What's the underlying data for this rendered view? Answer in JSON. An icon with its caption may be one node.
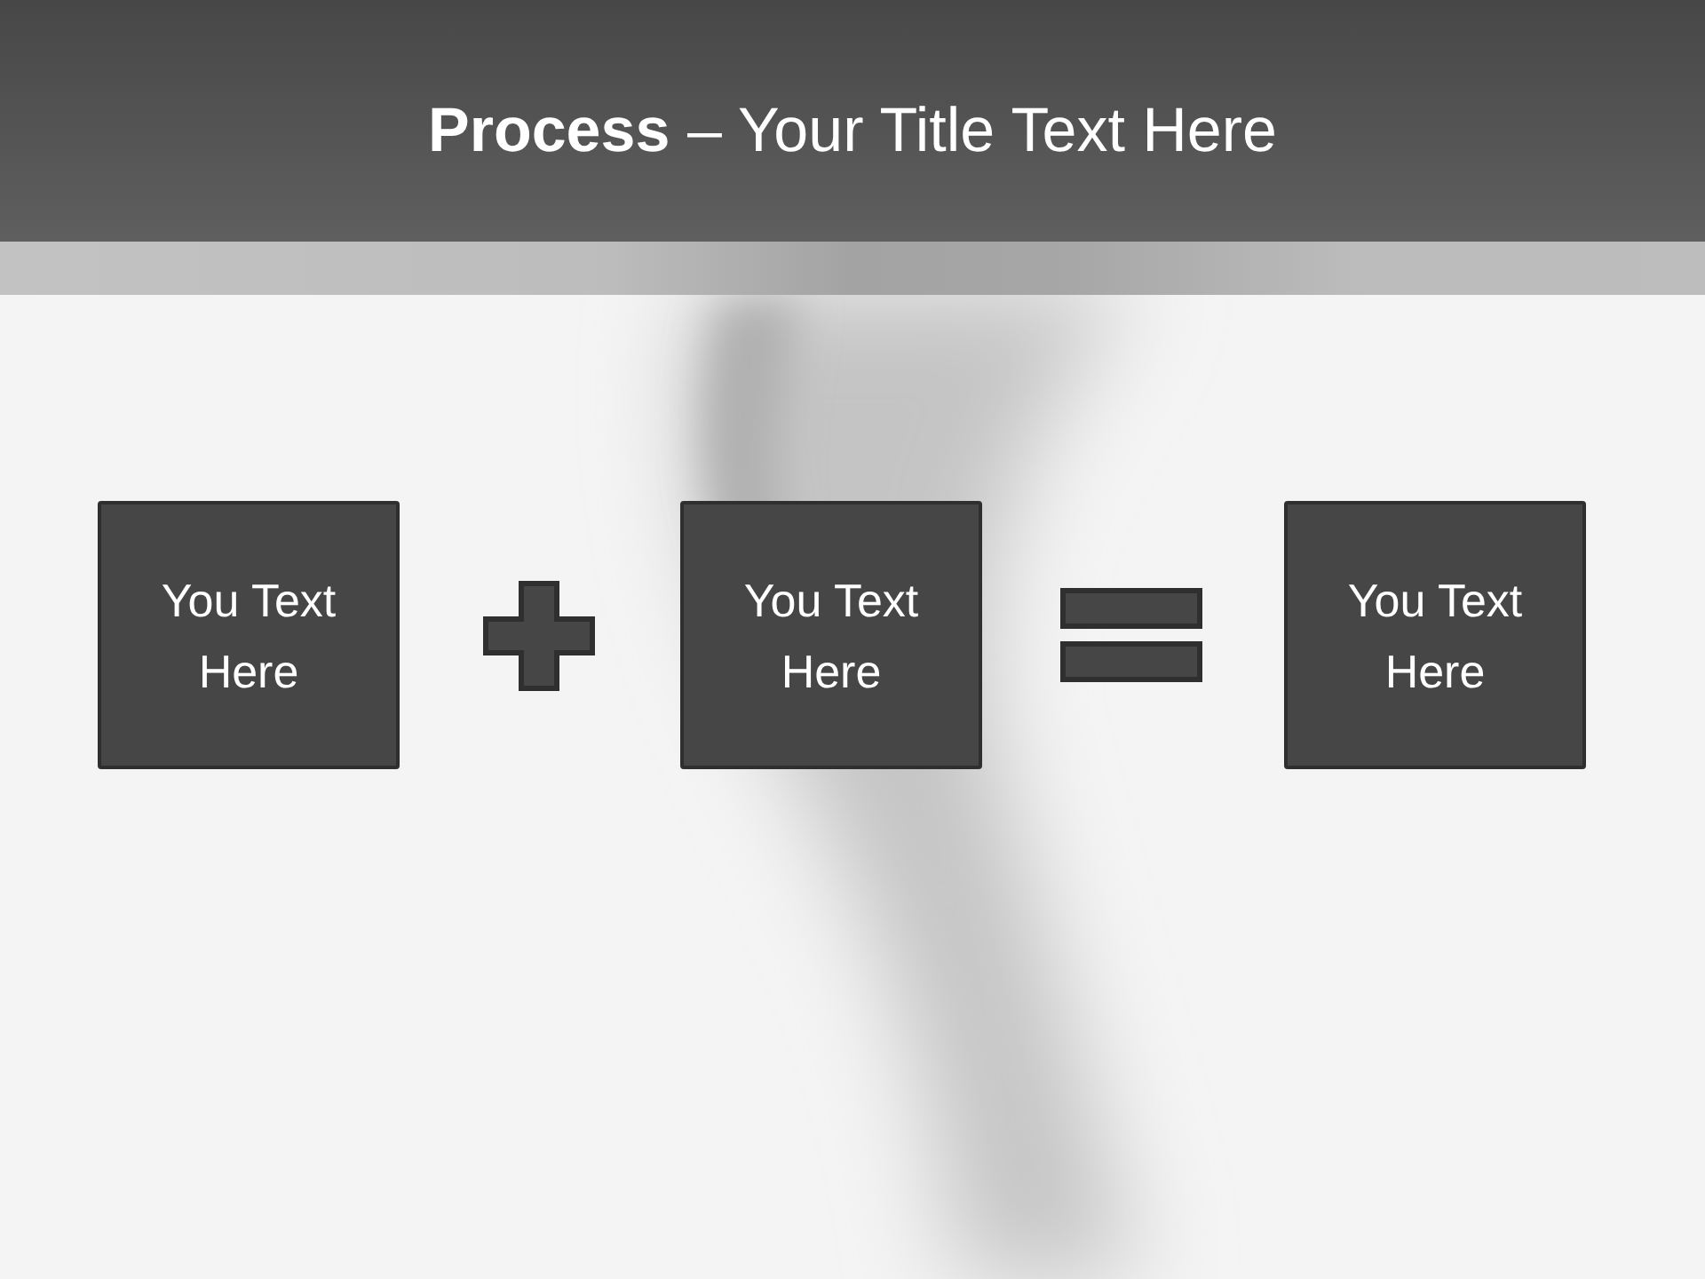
{
  "diagram": {
    "title": "**Process** – Your Title Text Here",
    "nodes": [
      {
        "text": [
          "You Text Here"
        ]
      },
      {
        "text": [],
        "shape": "plus"
      },
      {
        "text": [
          "You Text Here"
        ]
      },
      {
        "text": [],
        "shape": "equals"
      },
      {
        "text": [
          "You Text Here"
        ]
      }
    ]
  }
}
